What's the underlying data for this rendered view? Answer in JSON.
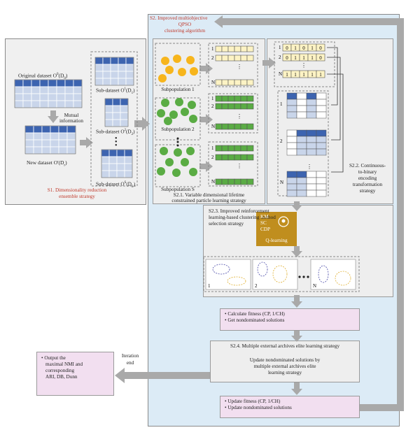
{
  "s1": {
    "original_dataset": "Original dataset O",
    "original_dataset_sup": "0",
    "original_dataset_sub": "(D",
    "original_dataset_sub_n": "0",
    "mutual_info": "Mutual\ninformation",
    "mutual_info_1": "Mutual",
    "mutual_info_2": "information",
    "new_dataset": "New dataset O'(D",
    "new_dataset_sub": "r",
    "subdataset_1": "Sub-dataset O",
    "sub_label_1_sup": "1",
    "sub_label_1_tail": "(D",
    "sub_label_1_n": "1",
    "sub_label_2_sup": "2",
    "sub_label_2_n": "2",
    "sub_label_s_sup": "S",
    "sub_label_s_n": "S",
    "title_line1": "S1. Dimensionality reduction",
    "title_line2": "ensemble strategy"
  },
  "s2": {
    "title_line1": "S2. Improved multiobjective",
    "title_line2": "QPSO",
    "title_line3": "clustering algorithm",
    "subpop_1": "Subpopulation 1",
    "subpop_2": "Subpopulation 2",
    "subpop_s": "Subpopulation S",
    "s21_line1": "S2.1. Variable dimensional lifetime",
    "s21_line2": "constrained particle learning strategy",
    "s22_line1": "S2.2. Continuous-",
    "s22_line2": "to-binary",
    "s22_line3": "encoding",
    "s22_line4": "transformation",
    "s22_line5": "strategy",
    "binary_rows": [
      [
        "0",
        "1",
        "0",
        "1",
        "0"
      ],
      [
        "0",
        "1",
        "1",
        "1",
        "0"
      ],
      [
        "1",
        "1",
        "1",
        "1",
        "1"
      ]
    ],
    "binary_row_labels": [
      "1",
      "2",
      "N"
    ],
    "s23_line1": "S2.3. Improved reinforcement",
    "s23_line2": "learning-based clustering method",
    "s23_line3": "selection strategy",
    "methods": [
      "KM",
      "SC",
      "CDP"
    ],
    "qlearning": "Q-learning",
    "cluster_labels": [
      "1",
      "2",
      "N"
    ],
    "fitness_line1": "Calculate fitness (CP, 1/CH)",
    "fitness_line2": "Get nondominated solutions",
    "s24_title": "S2.4. Multiple external archives elite learning strategy",
    "s24_line1": "Update nondominated solutions by",
    "s24_line2": "multiple external archives elite",
    "s24_line3": "learning strategy",
    "update_line1": "Update fitness (CP, 1/CH)",
    "update_line2": "Update nondominated solutions",
    "iteration_line1": "Iteration",
    "iteration_line2": "end",
    "output_line1": "Output the",
    "output_line2": "maximal NMI and",
    "output_line3": "corresponding",
    "output_line4": "ARI, DB, Dunn"
  },
  "colors": {
    "s1_bg": "#f0f0f0",
    "s2_bg": "#dcebf6",
    "table_header": "#3d64b0",
    "table_body": "#c9d5ea",
    "orange": "#f7b51c",
    "green": "#5aac44",
    "yellow_cell": "#fdf3c4",
    "qlearning_bg": "#c08e1e",
    "pink_box": "#f2dff0",
    "title_red": "#c0392b"
  }
}
